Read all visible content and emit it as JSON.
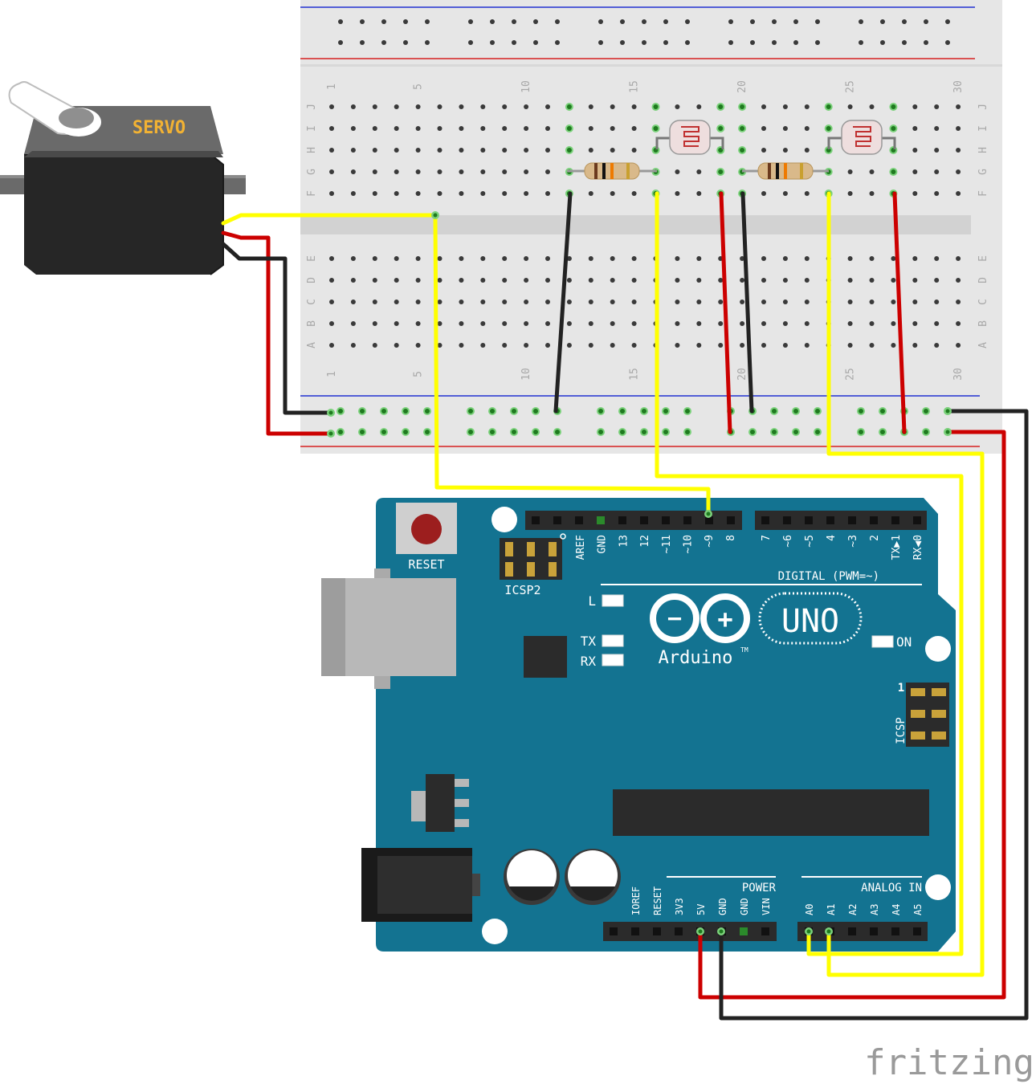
{
  "servo": {
    "label": "SERVO"
  },
  "breadboard": {
    "column_numbers": [
      "1",
      "5",
      "10",
      "15",
      "20",
      "25",
      "30"
    ],
    "row_letters_top": [
      "J",
      "I",
      "H",
      "G",
      "F"
    ],
    "row_letters_bottom": [
      "E",
      "D",
      "C",
      "B",
      "A"
    ]
  },
  "arduino": {
    "reset_label": "RESET",
    "icsp2_label": "ICSP2",
    "icsp_label": "ICSP",
    "icsp_pin1": "1",
    "digital_header_label": "DIGITAL (PWM=~)",
    "digital_pins_left": [
      "AREF",
      "GND",
      "13",
      "12",
      "~11",
      "~10",
      "~9",
      "8"
    ],
    "digital_pins_right": [
      "7",
      "~6",
      "~5",
      "4",
      "~3",
      "2",
      "TX▶1",
      "RX◀0"
    ],
    "led_labels": [
      "L",
      "TX",
      "RX"
    ],
    "on_label": "ON",
    "logo_minus": "−",
    "logo_plus": "+",
    "brand": "Arduino",
    "tm": "TM",
    "model": "UNO",
    "power_header_label": "POWER",
    "power_pins": [
      "IOREF",
      "RESET",
      "3V3",
      "5V",
      "GND",
      "GND",
      "VIN"
    ],
    "analog_header_label": "ANALOG IN",
    "analog_pins": [
      "A0",
      "A1",
      "A2",
      "A3",
      "A4",
      "A5"
    ]
  },
  "watermark": "fritzing",
  "colors": {
    "board": "#137391",
    "breadboard": "#e6e6e6",
    "wire_yellow": "#ffff00",
    "wire_red": "#cc0000",
    "wire_black": "#222222",
    "servo_label": "#f2b233",
    "rail_red": "#d62020",
    "rail_blue": "#2030d0"
  }
}
